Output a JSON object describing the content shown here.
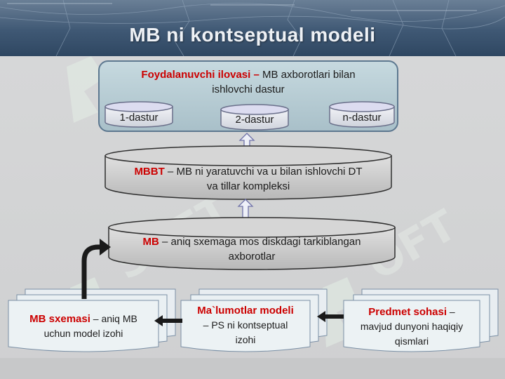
{
  "title": "MB ni kontseptual modeli",
  "apps": {
    "term": "Foydalanuvchi ilovasi –",
    "desc_line1": " MB axborotlari bilan",
    "desc_line2": "ishlovchi dastur",
    "programs": [
      "1-dastur",
      "2-dastur",
      "n-dastur"
    ]
  },
  "mbbt": {
    "term": "MBBT",
    "desc_line1": " – MB ni yaratuvchi va u bilan ishlovchi DT",
    "desc_line2": "va tillar kompleksi"
  },
  "mb": {
    "term": "MB",
    "desc_line1": " – aniq sxemaga mos diskdagi tarkiblangan",
    "desc_line2": "axborotlar"
  },
  "schema": {
    "term": "MB sxemasi",
    "desc_line1": " – aniq MB",
    "desc_line2": "uchun model izohi"
  },
  "data_model": {
    "term": "Ma`lumotlar modeli",
    "desc_line1": "– PS ni kontseptual",
    "desc_line2": "izohi"
  },
  "subject": {
    "term": "Predmet sohasi",
    "desc_line1": " –",
    "desc_line2": "mavjud dunyoni haqiqiy",
    "desc_line3": "qismlari"
  },
  "colors": {
    "term_red": "#cc0000",
    "banner": "#3f5874",
    "box_fill": "#b7cdd4",
    "cylinder_fill": "#c9c9c9",
    "arrow": "#1a1a1a"
  }
}
